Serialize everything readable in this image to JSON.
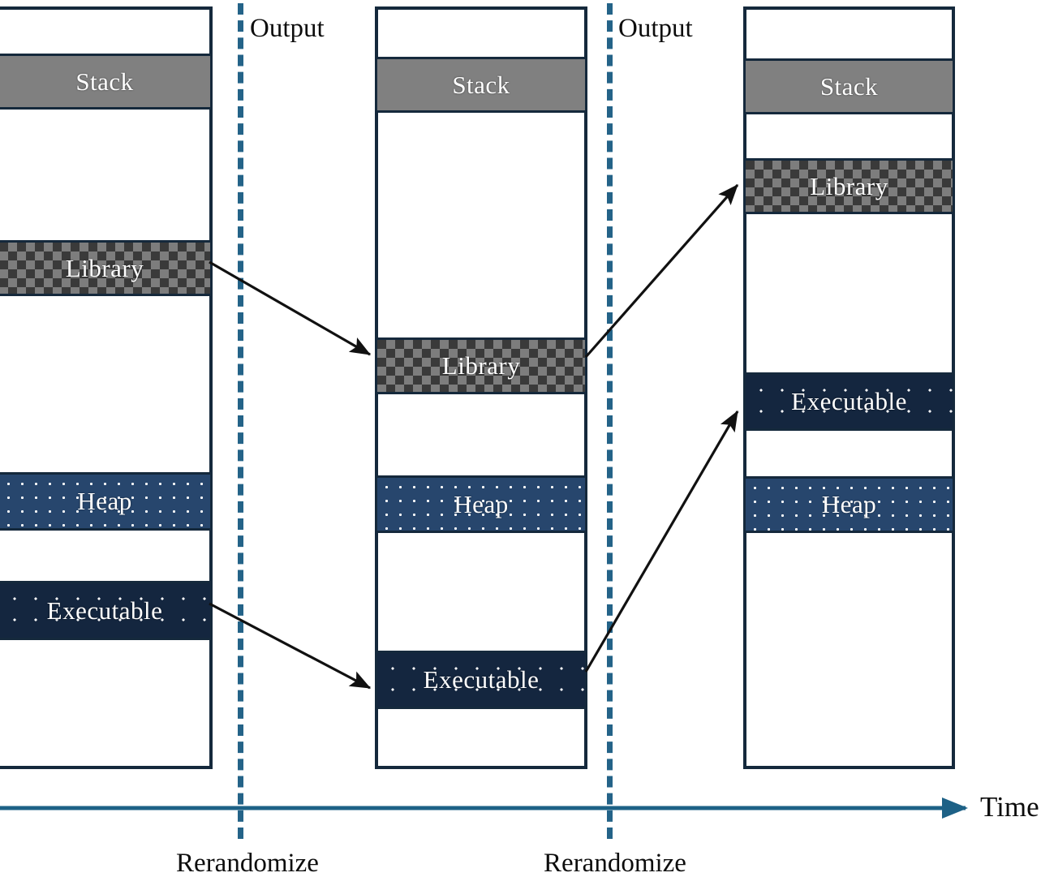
{
  "diagram": {
    "title_text": "",
    "time_axis_label": "Time",
    "colors": {
      "border": "#15293c",
      "axis": "#246388",
      "dashed": "#246388",
      "stack_fill": "#808080",
      "library_fill": "#3a3a3a",
      "library_check": "#7d7d7d",
      "heap_fill": "#27466d",
      "executable_fill": "#14263f",
      "text": "#0d0d0d",
      "region_text": "#ffffff"
    },
    "events": [
      {
        "output_label": "Output",
        "rerandomize_label": "Rerandomize"
      },
      {
        "output_label": "Output",
        "rerandomize_label": "Rerandomize"
      }
    ],
    "snapshots": [
      {
        "name": "address-space-snapshot-1",
        "regions": [
          {
            "key": "stack",
            "label": "Stack"
          },
          {
            "key": "library",
            "label": "Library"
          },
          {
            "key": "heap",
            "label": "Heap"
          },
          {
            "key": "executable",
            "label": "Executable"
          }
        ]
      },
      {
        "name": "address-space-snapshot-2",
        "regions": [
          {
            "key": "stack",
            "label": "Stack"
          },
          {
            "key": "library",
            "label": "Library"
          },
          {
            "key": "heap",
            "label": "Heap"
          },
          {
            "key": "executable",
            "label": "Executable"
          }
        ]
      },
      {
        "name": "address-space-snapshot-3",
        "regions": [
          {
            "key": "stack",
            "label": "Stack"
          },
          {
            "key": "library",
            "label": "Library"
          },
          {
            "key": "executable",
            "label": "Executable"
          },
          {
            "key": "heap",
            "label": "Heap"
          }
        ]
      }
    ]
  }
}
